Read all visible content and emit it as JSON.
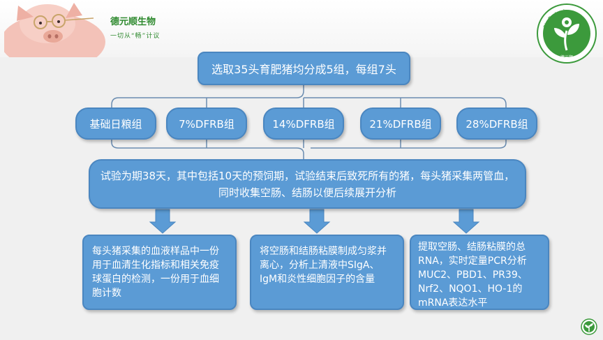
{
  "brand": {
    "name": "德元顺生物",
    "slogan": "一切从“畅”计议",
    "logo_text": "Bio-Technology",
    "logo_chars": "德元顺"
  },
  "flow": {
    "top": "选取35头育肥猪均分成5组，每组7头",
    "groups": [
      "基础日粮组",
      "7%DFRB组",
      "14%DFRB组",
      "21%DFRB组",
      "28%DFRB组"
    ],
    "trial": "试验为期38天，其中包括10天的预饲期，试验结束后致死所有的猪，每头猪采集两管血，同时收集空肠、结肠以便后续展开分析",
    "analyses": [
      "每头猪采集的血液样品中一份用于血清生化指标和相关免疫球蛋白的检测，一份用于血细胞计数",
      "将空肠和结肠粘膜制成匀浆并离心，分析上清液中SIgA、IgM和炎性细胞因子的含量",
      "提取空肠、结肠粘膜的总RNA，实时定量PCR分析MUC2、PBD1、PR39、Nrf2、NQO1、HO-1的mRNA表达水平"
    ]
  },
  "colors": {
    "box_fill": "#5b9bd5",
    "box_border": "#4a86c0",
    "brand_green": "#2f8a2f",
    "connector": "#6a8cb0"
  }
}
